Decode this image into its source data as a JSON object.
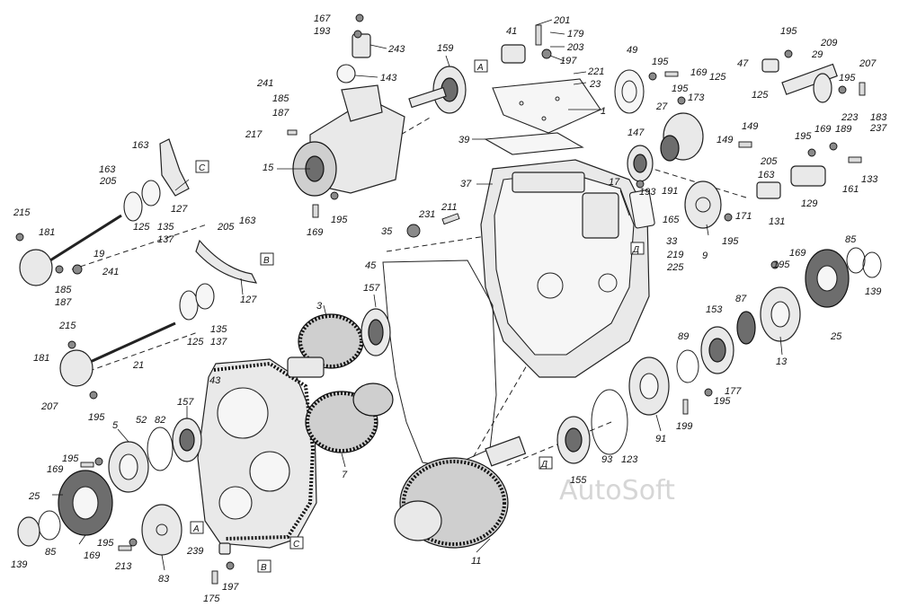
{
  "watermark": "AutoSoft",
  "colors": {
    "outline": "#222222",
    "fill": "#e9e9e9",
    "dark": "#6d6d6d",
    "watermark": "#d6d6d6"
  },
  "references": {
    "A1": "A",
    "C1": "C",
    "B1": "B",
    "D1": "Д",
    "D2": "Д",
    "A2": "A",
    "C2": "C",
    "B2": "B"
  },
  "labels": {
    "l1": "1",
    "l3": "3",
    "l5": "5",
    "l7": "7",
    "l9": "9",
    "l11": "11",
    "l13": "13",
    "l15": "15",
    "l17": "17",
    "l19": "19",
    "l21": "21",
    "l23": "23",
    "l25a": "25",
    "l25b": "25",
    "l27": "27",
    "l29": "29",
    "l33": "33",
    "l35": "35",
    "l37": "37",
    "l39": "39",
    "l41": "41",
    "l43": "43",
    "l45": "45",
    "l47": "47",
    "l49": "49",
    "l52": "52",
    "l82": "82",
    "l83": "83",
    "l85a": "85",
    "l85b": "85",
    "l87": "87",
    "l89": "89",
    "l91": "91",
    "l93": "93",
    "l123": "123",
    "l125a": "125",
    "l125b": "125",
    "l125c": "125",
    "l125d": "125",
    "l127a": "127",
    "l127b": "127",
    "l129": "129",
    "l131": "131",
    "l133": "133",
    "l135a": "135",
    "l137a": "137",
    "l135b": "135",
    "l137b": "137",
    "l139a": "139",
    "l139b": "139",
    "l143": "143",
    "l147": "147",
    "l149": "149",
    "l153": "153",
    "l155": "155",
    "l157a": "157",
    "l157b": "157",
    "l159": "159",
    "l161": "161",
    "l163a": "163",
    "l163b": "163",
    "l163c": "163",
    "l165": "165",
    "l167": "167",
    "l169a": "169",
    "l169b": "169",
    "l169c": "169",
    "l169d": "169",
    "l169e": "169",
    "l169f": "169",
    "l171": "171",
    "l173": "173",
    "l175": "175",
    "l177": "177",
    "l179": "179",
    "l181a": "181",
    "l181b": "181",
    "l183": "183",
    "l185a": "185",
    "l185b": "185",
    "l187a": "187",
    "l187b": "187",
    "l189": "189",
    "l191": "191",
    "l193a": "193",
    "l193b": "193",
    "l195a": "195",
    "l195b": "195",
    "l195c": "195",
    "l195d": "195",
    "l195e": "195",
    "l195f": "195",
    "l195g": "195",
    "l195h": "195",
    "l195i": "195",
    "l195j": "195",
    "l197a": "197",
    "l197b": "197",
    "l199": "199",
    "l201": "201",
    "l203": "203",
    "l205a": "205",
    "l205b": "205",
    "l205c": "205",
    "l207a": "207",
    "l207b": "207",
    "l209": "209",
    "l211": "211",
    "l213": "213",
    "l215a": "215",
    "l215b": "215",
    "l217": "217",
    "l219": "219",
    "l221": "221",
    "l223": "223",
    "l225": "225",
    "l231": "231",
    "l237": "237",
    "l239": "239",
    "l241a": "241",
    "l241b": "241",
    "l243": "243"
  }
}
